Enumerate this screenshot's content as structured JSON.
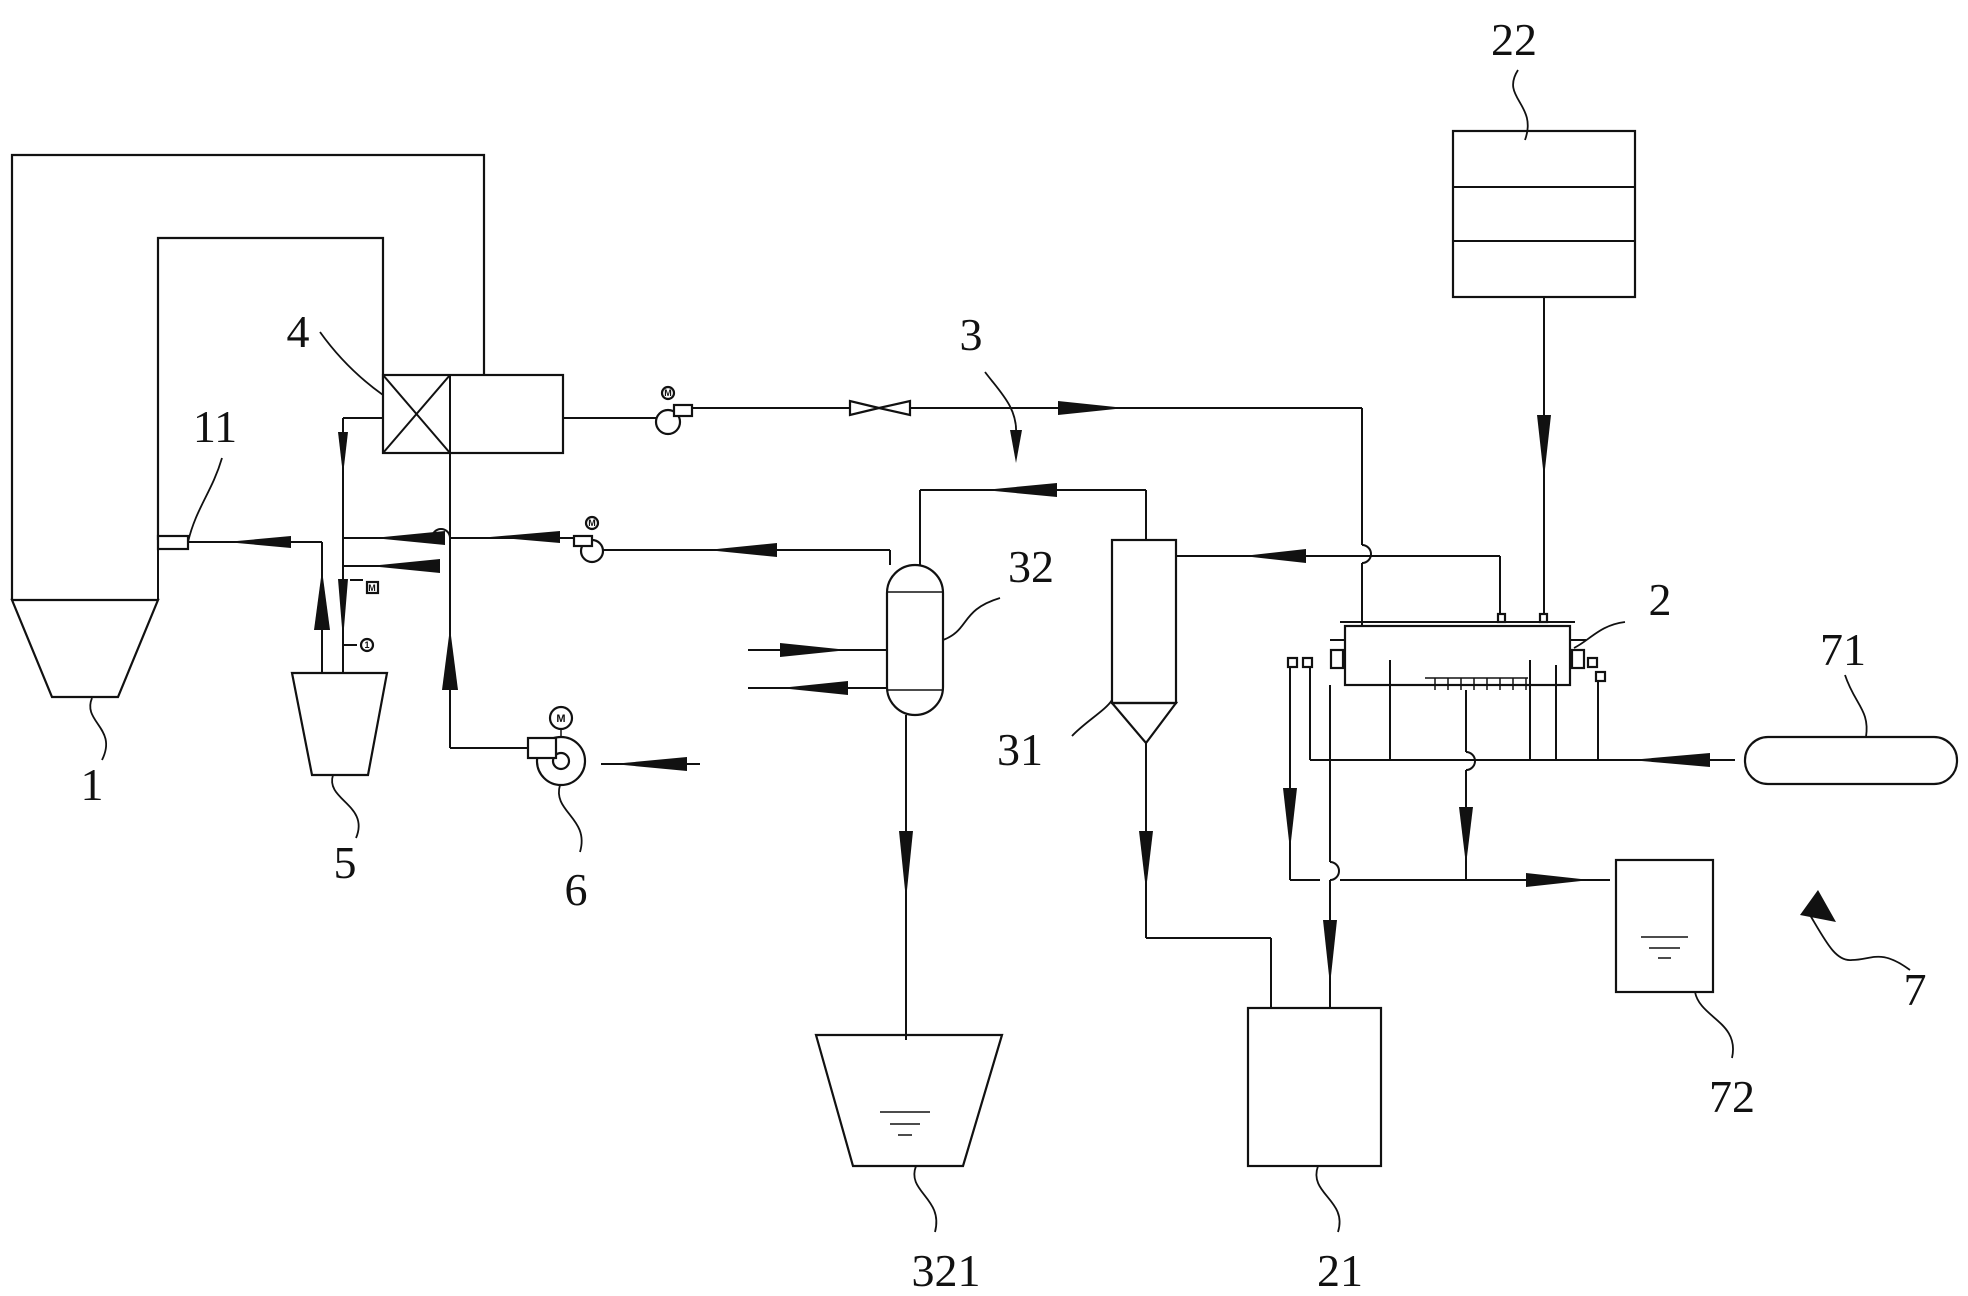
{
  "diagram": {
    "motor_symbol": "M",
    "meter_symbol": "1",
    "labels": {
      "n1": "1",
      "n11": "11",
      "n4": "4",
      "n5": "5",
      "n6": "6",
      "n3": "3",
      "n32": "32",
      "n321": "321",
      "n31": "31",
      "n21": "21",
      "n22": "22",
      "n2": "2",
      "n71": "71",
      "n72": "72",
      "n7": "7"
    }
  }
}
